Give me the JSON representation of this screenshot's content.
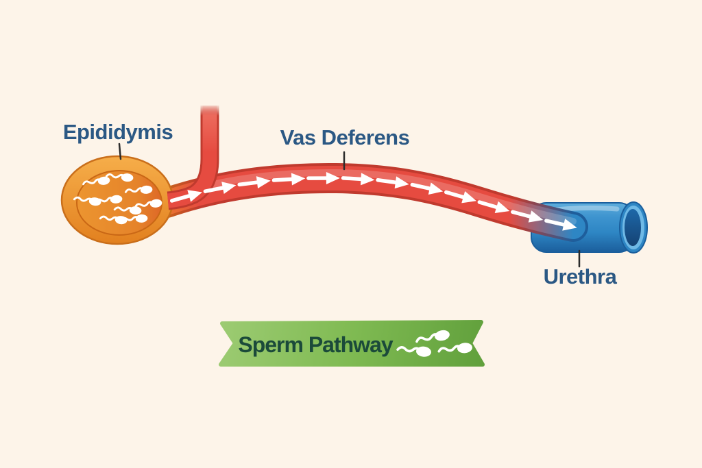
{
  "diagram": {
    "labels": {
      "epididymis": "Epididymis",
      "vas_deferens": "Vas Deferens",
      "urethra": "Urethra"
    },
    "banner": {
      "title": "Sperm Pathway",
      "sperm_icon_count": 3
    },
    "flow": {
      "direction": "left-to-right",
      "arrow_count": 12
    },
    "epididymis": {
      "sperm_count": 9
    },
    "colors": {
      "background": "#FDF4E9",
      "label_text": "#2B5884",
      "leader_line": "#2B2B2B",
      "tube_red": "#E64B40",
      "tube_red_dark": "#C03A2E",
      "epididymis_outer": "#F0A238",
      "epididymis_border": "#C96E1A",
      "epididymis_inner": "#E8912D",
      "urethra_blue": "#2E86C4",
      "urethra_blue_dark": "#1A5E9C",
      "banner_green": "#7FBA52",
      "banner_text": "#1B4A3A",
      "arrow_white": "#FFFFFF",
      "sperm_white": "#FFFFFF"
    }
  }
}
